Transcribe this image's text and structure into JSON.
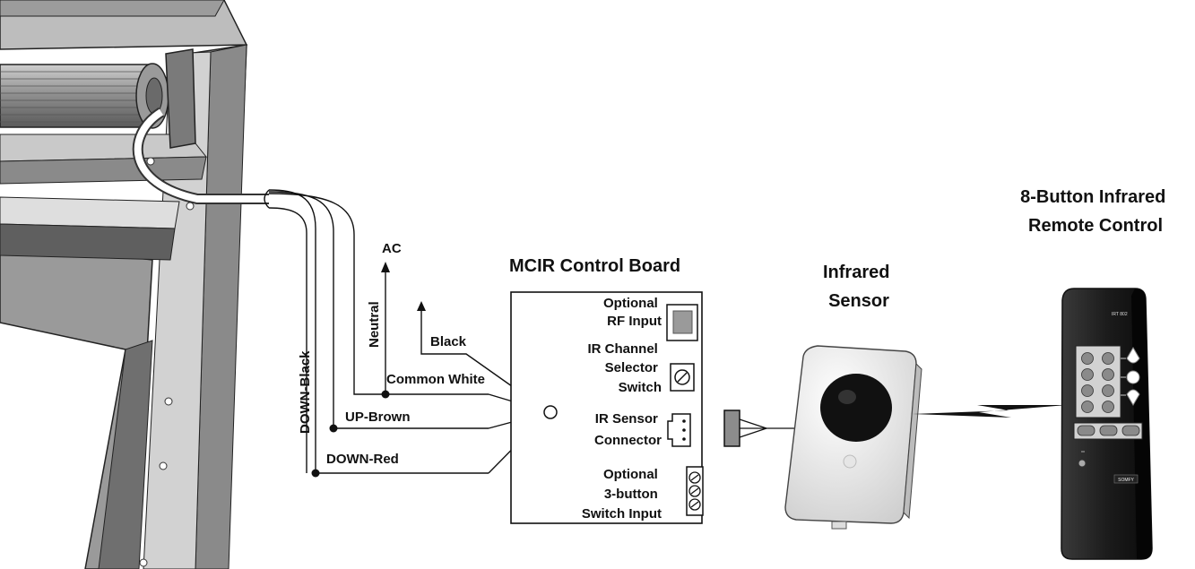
{
  "labels": {
    "ac": "AC",
    "neutral": "Neutral",
    "black": "Black",
    "common_white": "Common White",
    "up_brown": "UP-Brown",
    "down_red": "DOWN-Red",
    "down_black": "DOWN-Black"
  },
  "board": {
    "title": "MCIR Control Board",
    "rf_input": [
      "Optional",
      "RF Input"
    ],
    "ir_channel": [
      "IR Channel",
      "Selector",
      "Switch"
    ],
    "ir_sensor": [
      "IR Sensor",
      "Connector"
    ],
    "three_button": [
      "Optional",
      "3-button",
      "Switch Input"
    ]
  },
  "sensor": {
    "title": [
      "Infrared",
      "Sensor"
    ]
  },
  "remote": {
    "title": [
      "8-Button Infrared",
      "Remote Control"
    ],
    "model_text": "IRT 802",
    "brand_text": "SOMFY"
  }
}
